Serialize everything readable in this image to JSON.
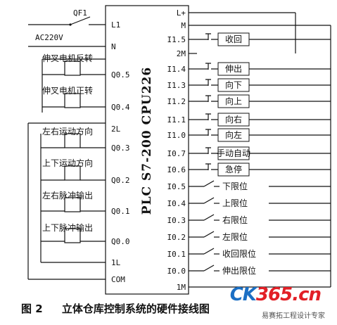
{
  "plc": {
    "model_vertical": "PLC S7-200 CPU226",
    "left_pins": [
      "L1",
      "N",
      "Q0.5",
      "Q0.4",
      "2L",
      "Q0.3",
      "Q0.2",
      "Q0.1",
      "Q0.0",
      "1L",
      "COM"
    ],
    "right_pins": [
      "L+",
      "M",
      "I1.5",
      "2M",
      "I1.4",
      "I1.3",
      "I1.2",
      "I1.1",
      "I1.0",
      "I0.7",
      "I0.6",
      "I0.5",
      "I0.4",
      "I0.3",
      "I0.2",
      "I0.1",
      "I0.0",
      "1M"
    ]
  },
  "power": {
    "breaker": "QF1",
    "supply": "AC220V"
  },
  "outputs": [
    "伸叉电机反转",
    "伸叉电机正转",
    "左右运动方向",
    "上下运动方向",
    "左右脉冲输出",
    "上下脉冲输出"
  ],
  "inputs": {
    "pushbuttons": [
      "收回",
      "伸出",
      "向下",
      "向上",
      "向右",
      "向左",
      "手动自动",
      "急停"
    ],
    "limit_switches": [
      "下限位",
      "上限位",
      "右限位",
      "左限位",
      "收回限位",
      "伸出限位"
    ]
  },
  "caption": {
    "number": "图 2",
    "title": "立体仓库控制系统的硬件接线图"
  },
  "watermark": {
    "logo_a": "CK",
    "logo_b": "365.cn",
    "subtitle": "易赛拓工程设计专家"
  }
}
